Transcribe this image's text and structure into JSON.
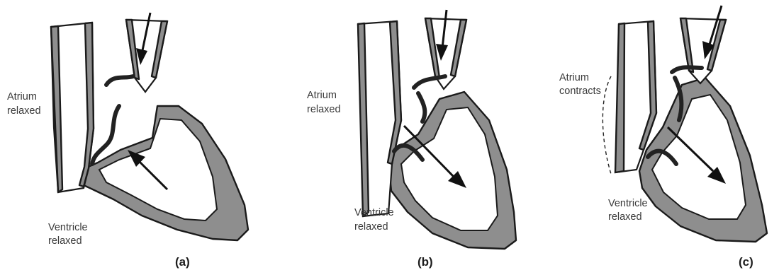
{
  "panels": [
    {
      "id": "a",
      "caption": "(a)",
      "atrium_label": [
        "Atrium",
        "relaxed"
      ],
      "ventricle_label": [
        "Ventricle",
        "relaxed"
      ]
    },
    {
      "id": "b",
      "caption": "(b)",
      "atrium_label": [
        "Atrium",
        "relaxed"
      ],
      "ventricle_label": [
        "Ventricle",
        "relaxed"
      ]
    },
    {
      "id": "c",
      "caption": "(c)",
      "atrium_label": [
        "Atrium",
        "contracts"
      ],
      "ventricle_label": [
        "Ventricle",
        "relaxed"
      ]
    }
  ],
  "colors": {
    "muscle": "#8e8e8e",
    "outline": "#1a1a1a",
    "text": "#3a3a3a"
  }
}
